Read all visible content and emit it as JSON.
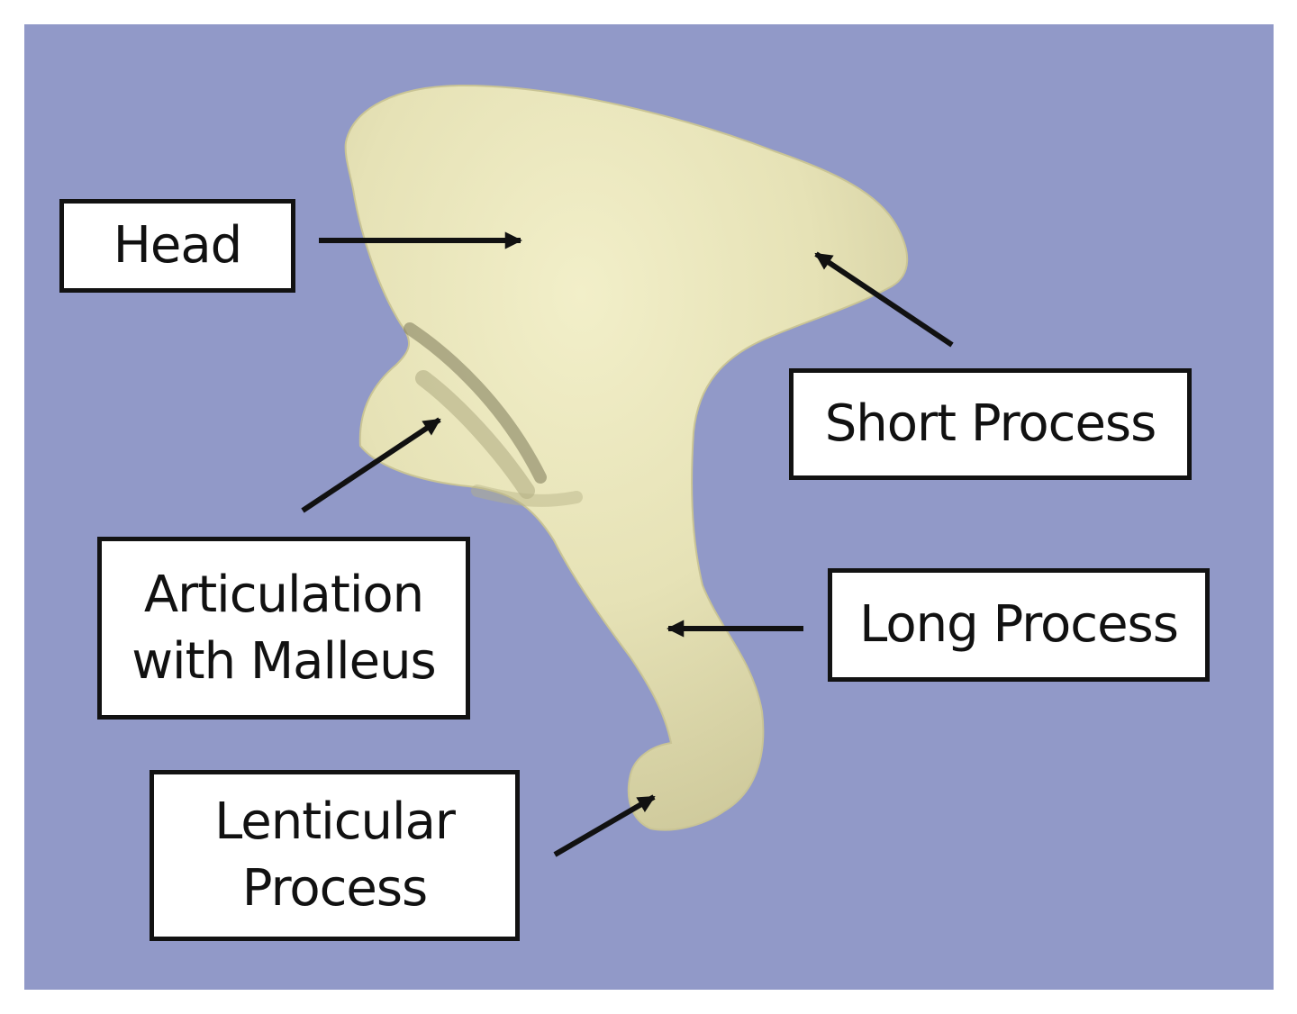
{
  "labels": {
    "head": "Head",
    "short_process": "Short Process",
    "articulation": [
      "Articulation",
      "with Malleus"
    ],
    "long_process": "Long Process",
    "lenticular": [
      "Lenticular",
      "Process"
    ]
  },
  "colors": {
    "background": "#9199c8",
    "bone": "#e8e4b8",
    "arrow": "#111111",
    "label_border": "#121212"
  }
}
